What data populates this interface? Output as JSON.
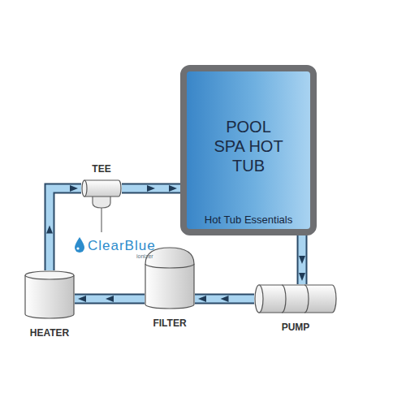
{
  "diagram": {
    "nodes": [
      {
        "text": [
          "POOL SPA HOT TUB"
        ]
      },
      {
        "text": [
          "TEE"
        ]
      },
      {
        "text": [
          "HEATER"
        ]
      },
      {
        "text": [
          "FILTER"
        ]
      },
      {
        "text": [
          "PUMP"
        ]
      }
    ],
    "edges": [
      {
        "from": 0,
        "to": 4,
        "arrow": "to"
      },
      {
        "from": 4,
        "to": 3,
        "arrow": "to"
      },
      {
        "from": 3,
        "to": 2,
        "arrow": "to"
      },
      {
        "from": 2,
        "to": 1,
        "arrow": "to"
      },
      {
        "from": 1,
        "to": 0,
        "arrow": "to"
      }
    ],
    "labels": [
      "Hot Tub Essentials",
      "ClearBlue",
      "ionizer"
    ]
  }
}
